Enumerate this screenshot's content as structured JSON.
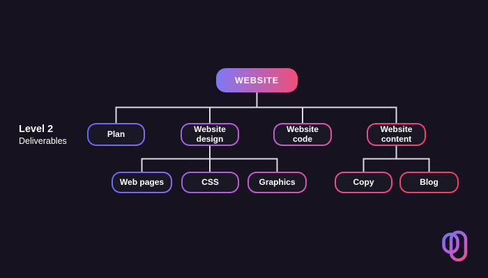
{
  "diagram": {
    "background": "#16121f",
    "node_fill": "#1b1826",
    "text_color": "#ffffff",
    "connector_color": "#dcdae2",
    "level_label": {
      "title": "Level 2",
      "subtitle": "Deliverables"
    },
    "tree": {
      "label": "WEBSITE",
      "children": [
        {
          "label": "Plan",
          "children": []
        },
        {
          "label": "Website design",
          "children": [
            {
              "label": "Web pages"
            },
            {
              "label": "CSS"
            },
            {
              "label": "Graphics"
            }
          ]
        },
        {
          "label": "Website code",
          "children": []
        },
        {
          "label": "Website content",
          "children": [
            {
              "label": "Copy"
            },
            {
              "label": "Blog"
            }
          ]
        }
      ]
    },
    "node_colors": {
      "website": {
        "from": "#7e79f5",
        "to": "#ee4f79"
      },
      "plan": {
        "from": "#6568f4",
        "to": "#7f6cf2"
      },
      "website-design": {
        "from": "#9c64e4",
        "to": "#bd5cd6"
      },
      "website-code": {
        "from": "#c75ace",
        "to": "#e052a5"
      },
      "website-content": {
        "from": "#ee4a85",
        "to": "#f4426e"
      },
      "web-pages": {
        "from": "#6b69f4",
        "to": "#8c68ec"
      },
      "css": {
        "from": "#9c64e4",
        "to": "#bd5cd6"
      },
      "graphics": {
        "from": "#c25bd4",
        "to": "#dc53ad"
      },
      "copy": {
        "from": "#e94e90",
        "to": "#f2477c"
      },
      "blog": {
        "from": "#f2446f",
        "to": "#f53f62"
      }
    },
    "logo": {
      "name": "gradient-capsules-logo",
      "gradient": [
        "#6274f2",
        "#b55fe0",
        "#f04e78"
      ]
    }
  }
}
